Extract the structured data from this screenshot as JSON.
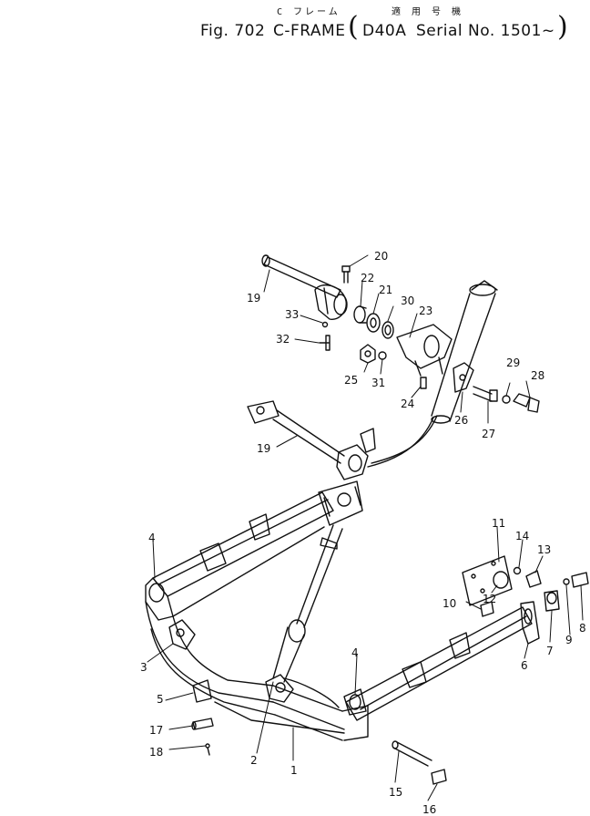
{
  "header": {
    "jp_part_name": "C フレーム",
    "jp_serial_label": "適 用 号 機",
    "fig_label": "Fig. 702",
    "part_name": "C-FRAME",
    "model": "D40A",
    "serial_text": "Serial No. 1501~"
  },
  "callouts": [
    {
      "id": "c1",
      "text": "1"
    },
    {
      "id": "c2",
      "text": "2"
    },
    {
      "id": "c3",
      "text": "3"
    },
    {
      "id": "c4a",
      "text": "4"
    },
    {
      "id": "c4b",
      "text": "4"
    },
    {
      "id": "c5",
      "text": "5"
    },
    {
      "id": "c6",
      "text": "6"
    },
    {
      "id": "c7",
      "text": "7"
    },
    {
      "id": "c8",
      "text": "8"
    },
    {
      "id": "c9",
      "text": "9"
    },
    {
      "id": "c10",
      "text": "10"
    },
    {
      "id": "c11",
      "text": "11"
    },
    {
      "id": "c12",
      "text": "12"
    },
    {
      "id": "c13",
      "text": "13"
    },
    {
      "id": "c14",
      "text": "14"
    },
    {
      "id": "c15",
      "text": "15"
    },
    {
      "id": "c16",
      "text": "16"
    },
    {
      "id": "c17",
      "text": "17"
    },
    {
      "id": "c18",
      "text": "18"
    },
    {
      "id": "c19a",
      "text": "19"
    },
    {
      "id": "c19b",
      "text": "19"
    },
    {
      "id": "c20",
      "text": "20"
    },
    {
      "id": "c21",
      "text": "21"
    },
    {
      "id": "c22",
      "text": "22"
    },
    {
      "id": "c23",
      "text": "23"
    },
    {
      "id": "c24",
      "text": "24"
    },
    {
      "id": "c25",
      "text": "25"
    },
    {
      "id": "c26",
      "text": "26"
    },
    {
      "id": "c27",
      "text": "27"
    },
    {
      "id": "c28",
      "text": "28"
    },
    {
      "id": "c29",
      "text": "29"
    },
    {
      "id": "c30",
      "text": "30"
    },
    {
      "id": "c31",
      "text": "31"
    },
    {
      "id": "c32",
      "text": "32"
    },
    {
      "id": "c33",
      "text": "33"
    }
  ]
}
